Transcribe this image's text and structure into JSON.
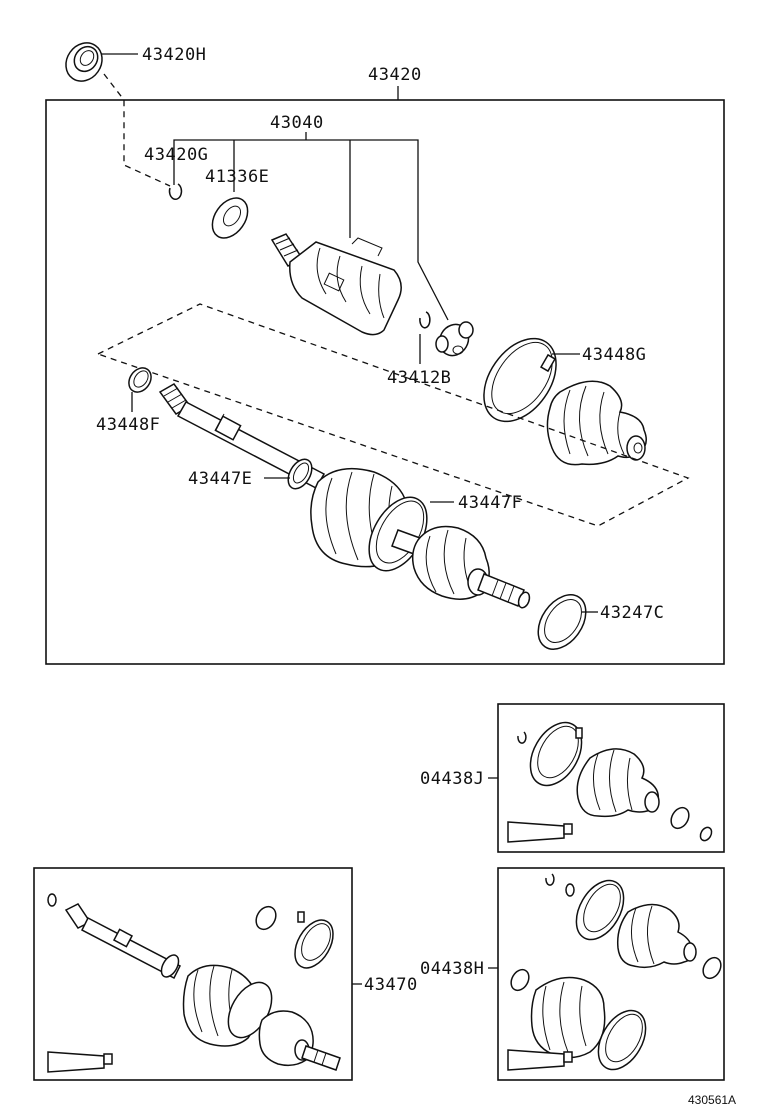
{
  "labels": {
    "p43420H": "43420H",
    "p43420": "43420",
    "p43040": "43040",
    "p43420G": "43420G",
    "p41336E": "41336E",
    "p43412B": "43412B",
    "p43448G": "43448G",
    "p43448F": "43448F",
    "p43447E": "43447E",
    "p43447F": "43447F",
    "p43247C": "43247C",
    "p04438J": "04438J",
    "p04438H": "04438H",
    "p43470": "43470",
    "figure_code": "430561A"
  }
}
